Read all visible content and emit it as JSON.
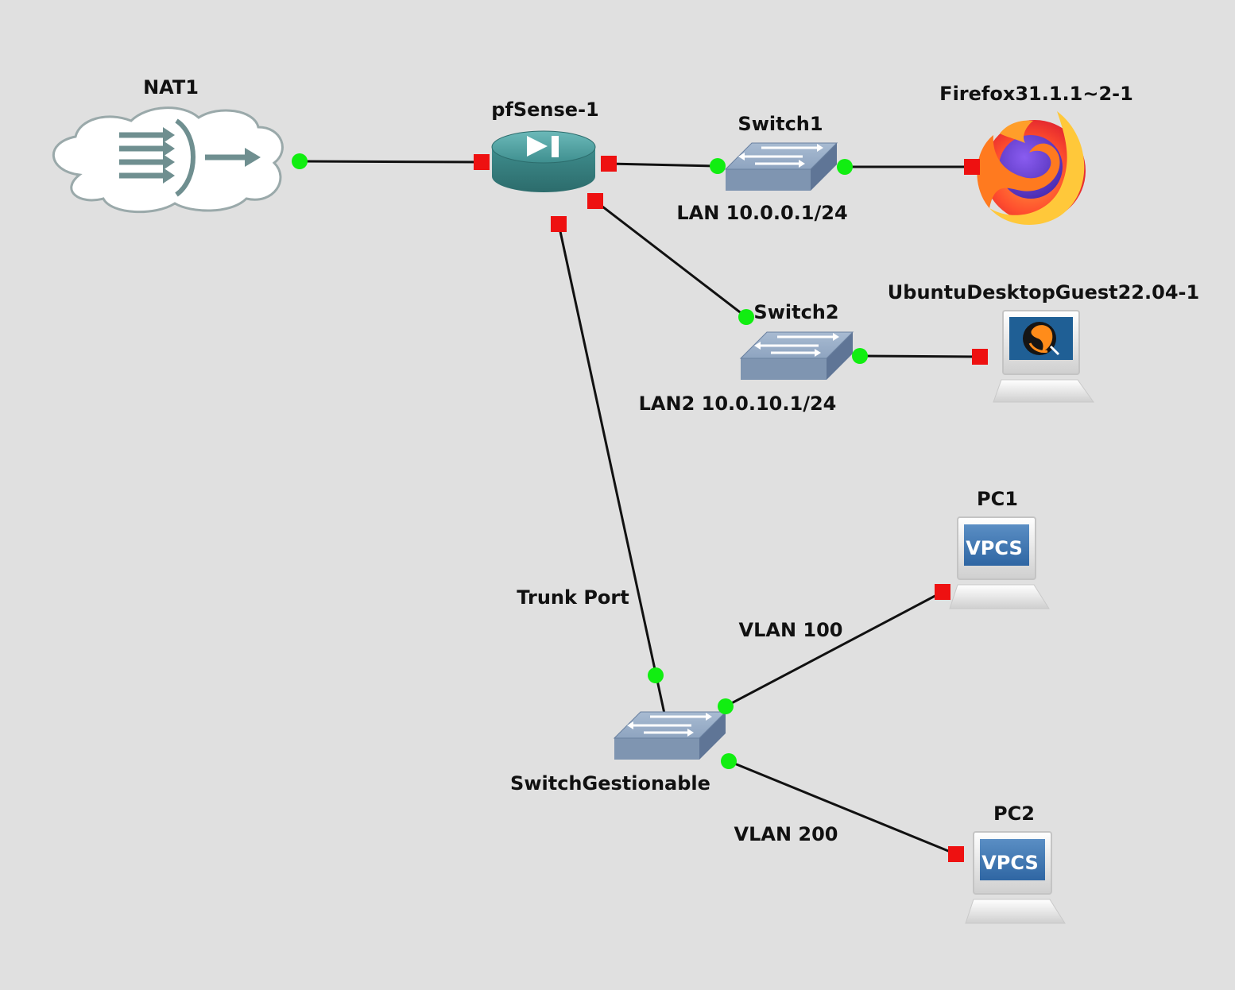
{
  "topology": {
    "nodes": {
      "nat1": {
        "label": "NAT1",
        "icon": "nat-cloud-icon"
      },
      "pfsense": {
        "label": "pfSense-1",
        "icon": "router-icon"
      },
      "switch1": {
        "label": "Switch1",
        "icon": "switch-icon"
      },
      "switch2": {
        "label": "Switch2",
        "icon": "switch-icon"
      },
      "firefox": {
        "label": "Firefox31.1.1~2-1",
        "icon": "firefox-icon"
      },
      "ubuntu": {
        "label": "UbuntuDesktopGuest22.04-1",
        "icon": "qemu-computer-icon"
      },
      "pc1": {
        "label": "PC1",
        "icon": "vpcs-computer-icon",
        "screen_text": "VPCS"
      },
      "pc2": {
        "label": "PC2",
        "icon": "vpcs-computer-icon",
        "screen_text": "VPCS"
      },
      "switch_gestionable": {
        "label": "SwitchGestionable",
        "icon": "switch-icon"
      }
    },
    "link_notes": {
      "lan": "LAN 10.0.0.1/24",
      "lan2": "LAN2 10.0.10.1/24",
      "trunk": "Trunk Port",
      "vlan100": "VLAN 100",
      "vlan200": "VLAN 200"
    },
    "colors": {
      "background": "#e0e0e0",
      "link": "#111111",
      "port_up": "#11ee11",
      "port_down": "#ee1111",
      "router": "#4a9a9a",
      "switch": "#7f95b1"
    }
  }
}
